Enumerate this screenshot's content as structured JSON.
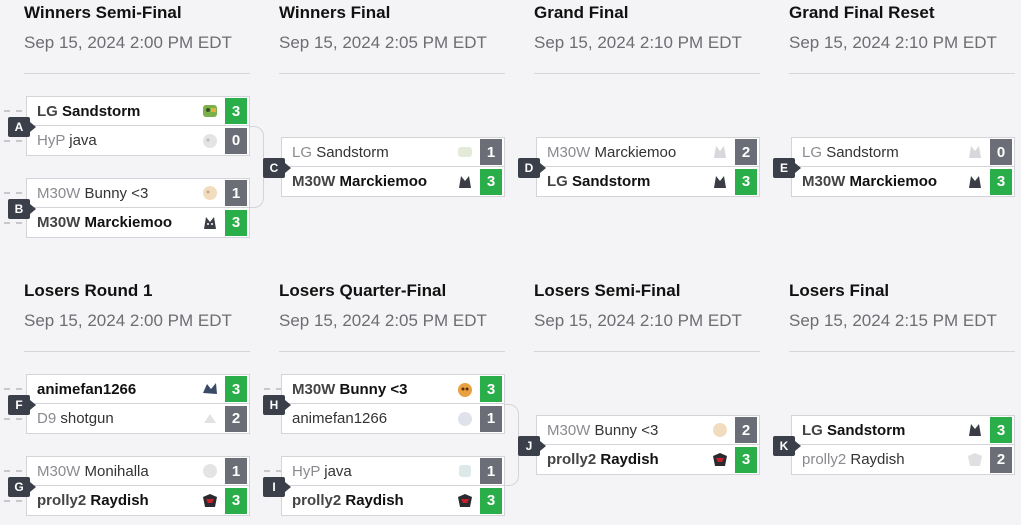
{
  "rounds": [
    {
      "title": "Winners Semi-Final",
      "date": "Sep 15, 2024 2:00 PM EDT"
    },
    {
      "title": "Winners Final",
      "date": "Sep 15, 2024 2:05 PM EDT"
    },
    {
      "title": "Grand Final",
      "date": "Sep 15, 2024 2:10 PM EDT"
    },
    {
      "title": "Grand Final Reset",
      "date": "Sep 15, 2024 2:10 PM EDT"
    },
    {
      "title": "Losers Round 1",
      "date": "Sep 15, 2024 2:00 PM EDT"
    },
    {
      "title": "Losers Quarter-Final",
      "date": "Sep 15, 2024 2:05 PM EDT"
    },
    {
      "title": "Losers Semi-Final",
      "date": "Sep 15, 2024 2:10 PM EDT"
    },
    {
      "title": "Losers Final",
      "date": "Sep 15, 2024 2:15 PM EDT"
    }
  ],
  "matches": [
    {
      "id": "A",
      "top": {
        "tag": "LG",
        "player": "Sandstorm",
        "score": "3",
        "win": true
      },
      "bot": {
        "tag": "HyP",
        "player": "java",
        "score": "0",
        "win": false
      }
    },
    {
      "id": "B",
      "top": {
        "tag": "M30W",
        "player": "Bunny <3",
        "score": "1",
        "win": false
      },
      "bot": {
        "tag": "M30W",
        "player": "Marckiemoo",
        "score": "3",
        "win": true
      }
    },
    {
      "id": "C",
      "top": {
        "tag": "LG",
        "player": "Sandstorm",
        "score": "1",
        "win": false
      },
      "bot": {
        "tag": "M30W",
        "player": "Marckiemoo",
        "score": "3",
        "win": true
      }
    },
    {
      "id": "D",
      "top": {
        "tag": "M30W",
        "player": "Marckiemoo",
        "score": "2",
        "win": false
      },
      "bot": {
        "tag": "LG",
        "player": "Sandstorm",
        "score": "3",
        "win": true
      }
    },
    {
      "id": "E",
      "top": {
        "tag": "LG",
        "player": "Sandstorm",
        "score": "0",
        "win": false
      },
      "bot": {
        "tag": "M30W",
        "player": "Marckiemoo",
        "score": "3",
        "win": true
      }
    },
    {
      "id": "F",
      "top": {
        "tag": "",
        "player": "animefan1266",
        "score": "3",
        "win": true
      },
      "bot": {
        "tag": "D9",
        "player": "shotgun",
        "score": "2",
        "win": false
      }
    },
    {
      "id": "G",
      "top": {
        "tag": "M30W",
        "player": "Monihalla",
        "score": "1",
        "win": false
      },
      "bot": {
        "tag": "prolly2",
        "player": "Raydish",
        "score": "3",
        "win": true
      }
    },
    {
      "id": "H",
      "top": {
        "tag": "M30W",
        "player": "Bunny <3",
        "score": "3",
        "win": true
      },
      "bot": {
        "tag": "",
        "player": "animefan1266",
        "score": "1",
        "win": false
      }
    },
    {
      "id": "I",
      "top": {
        "tag": "HyP",
        "player": "java",
        "score": "1",
        "win": false
      },
      "bot": {
        "tag": "prolly2",
        "player": "Raydish",
        "score": "3",
        "win": true
      }
    },
    {
      "id": "J",
      "top": {
        "tag": "M30W",
        "player": "Bunny <3",
        "score": "2",
        "win": false
      },
      "bot": {
        "tag": "prolly2",
        "player": "Raydish",
        "score": "3",
        "win": true
      }
    },
    {
      "id": "K",
      "top": {
        "tag": "LG",
        "player": "Sandstorm",
        "score": "3",
        "win": true
      },
      "bot": {
        "tag": "prolly2",
        "player": "Raydish",
        "score": "2",
        "win": false
      }
    }
  ],
  "colors": {
    "win": "#2aae4a",
    "lose": "#6b6e76",
    "badge": "#3a3f4a"
  }
}
